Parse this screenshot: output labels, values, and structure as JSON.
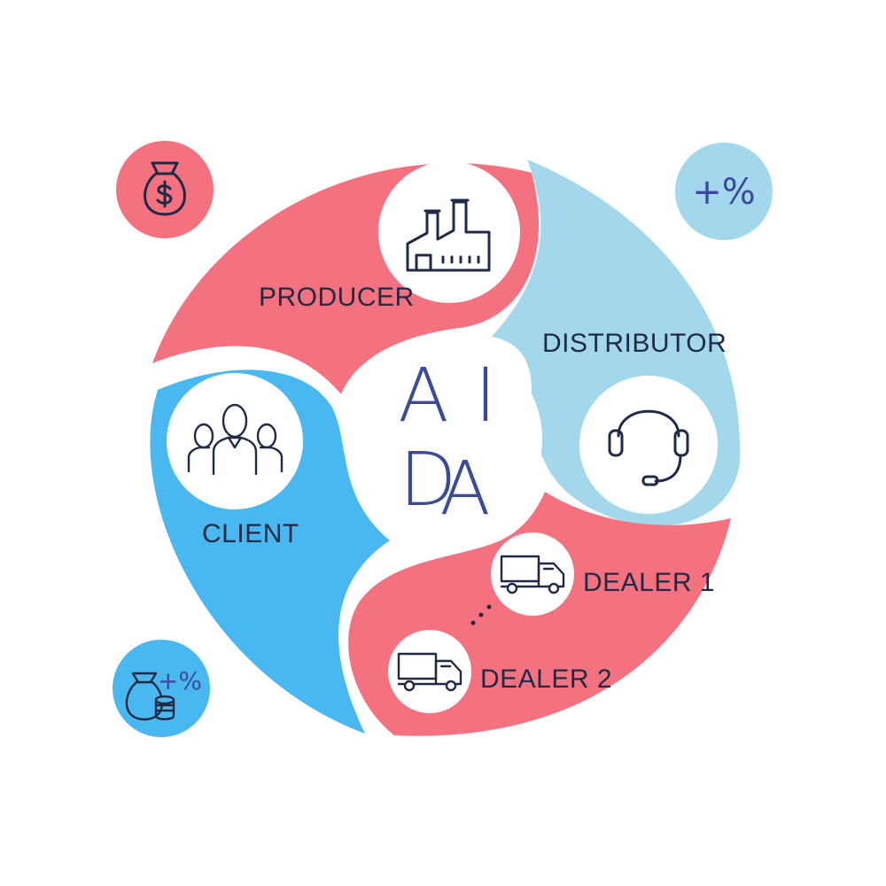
{
  "center": {
    "letters": [
      "A",
      "I",
      "D",
      "A"
    ]
  },
  "nodes": {
    "producer": {
      "label": "PRODUCER",
      "icon": "factory-icon"
    },
    "distributor": {
      "label": "DISTRIBUTOR",
      "icon": "headset-icon"
    },
    "client": {
      "label": "CLIENT",
      "icon": "people-group-icon"
    },
    "dealer1": {
      "label": "DEALER 1",
      "icon": "truck-icon"
    },
    "dealer2": {
      "label": "DEALER 2",
      "icon": "truck-icon"
    }
  },
  "badges": {
    "top_left": {
      "icon": "money-bag-icon"
    },
    "top_right": {
      "text": "+%"
    },
    "bottom_left": {
      "text": "+%",
      "icon": "money-bag-coins-icon"
    }
  },
  "colors": {
    "red": "#f4727f",
    "light_blue": "#a3d8ec",
    "blue": "#4ab8f0",
    "text_dark": "#1f2a44",
    "accent_letters": "#3b4a9a"
  }
}
